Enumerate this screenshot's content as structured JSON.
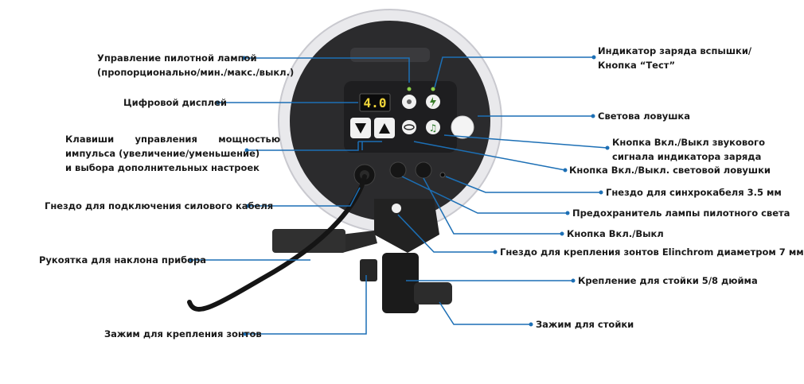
{
  "colors": {
    "leader": "#1c6fb5",
    "body": "#2e2e2e",
    "face": "#1f1f1f",
    "display": "#f2d63a"
  },
  "device": {
    "display_value": "4.0"
  },
  "labels": {
    "pilot_control_1": "Управление пилотной лампой",
    "pilot_control_2": "(пропорционально/мин./макс./выкл.)",
    "digital_display": "Цифровой дисплей",
    "power_keys_1": "Клавиши управления мощностью",
    "power_keys_2": "импульса (увеличение/уменьшение)",
    "power_keys_3": "и выбора дополнительных настроек",
    "power_socket": "Гнездо для подключения силового кабеля",
    "tilt_handle": "Рукоятка для наклона прибора",
    "umbrella_clamp": "Зажим для крепления зонтов",
    "charge_indicator_1": "Индикатор заряда вспышки/",
    "charge_indicator_2": "Кнопка “Тест”",
    "light_trap": "Светова ловушка",
    "sound_button_1": "Кнопка Вкл./Выкл звукового",
    "sound_button_2": "сигнала индикатора заряда",
    "trap_button": "Кнопка Вкл./Выкл. световой ловушки",
    "sync_socket": "Гнездо для синхрокабеля 3.5 мм",
    "pilot_fuse": "Предохранитель  лампы пилотного света",
    "onoff_button": "Кнопка Вкл./Выкл",
    "umbrella_socket": "Гнездо для крепления зонтов Elinchrom диаметром 7 мм",
    "stand_mount": "Крепление для стойки 5/8 дюйма",
    "stand_clamp": "Зажим для стойки"
  }
}
